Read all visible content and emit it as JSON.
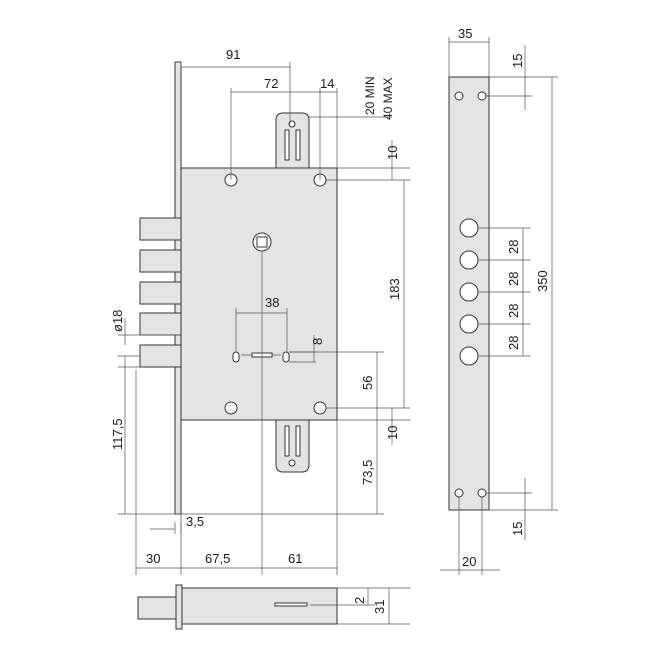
{
  "drawing": {
    "front_view": {
      "width_91": "91",
      "width_72": "72",
      "width_14": "14",
      "backset_min": "20 MIN",
      "backset_max": "40 MAX",
      "height_10_top": "10",
      "height_183": "183",
      "dist_38": "38",
      "dist_8": "8",
      "height_56": "56",
      "height_10_bottom": "10",
      "height_73_5": "73,5",
      "bolt_diameter": "ø18",
      "height_117_5": "117,5",
      "offset_3_5": "3,5",
      "bottom_30": "30",
      "bottom_67_5": "67,5",
      "bottom_61": "61"
    },
    "faceplate_view": {
      "width_35": "35",
      "top_15": "15",
      "pitch_1": "28",
      "pitch_2": "28",
      "pitch_3": "28",
      "pitch_4": "28",
      "height_350": "350",
      "bottom_15": "15",
      "width_20": "20"
    },
    "bottom_view": {
      "depth_2": "2",
      "depth_31": "31"
    }
  }
}
